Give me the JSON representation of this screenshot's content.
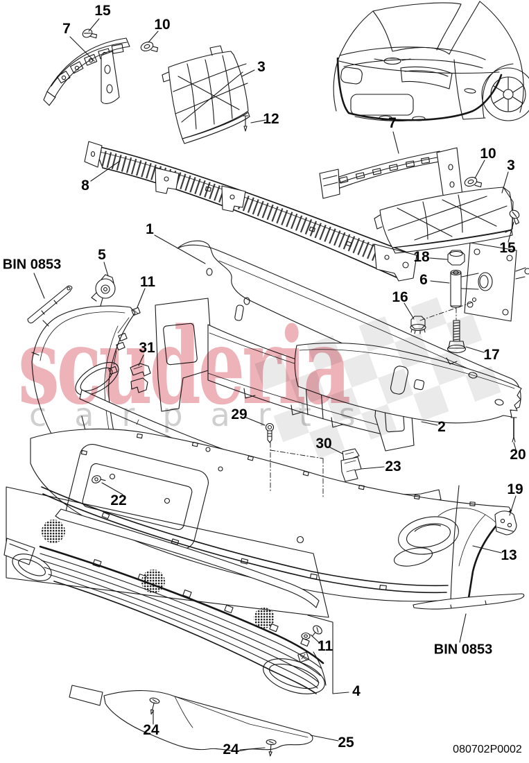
{
  "document": {
    "code": "080702P0002"
  },
  "watermark": {
    "brand": "scuderia",
    "sub": "carparts"
  },
  "bins": {
    "left": "BIN 0853",
    "right": "BIN 0853"
  },
  "callouts": [
    {
      "label": "15"
    },
    {
      "label": "7"
    },
    {
      "label": "10"
    },
    {
      "label": "3"
    },
    {
      "label": "12"
    },
    {
      "label": "7"
    },
    {
      "label": "10"
    },
    {
      "label": "3"
    },
    {
      "label": "15"
    },
    {
      "label": "18"
    },
    {
      "label": "6"
    },
    {
      "label": "16"
    },
    {
      "label": "17"
    },
    {
      "label": "8"
    },
    {
      "label": "1"
    },
    {
      "label": "5"
    },
    {
      "label": "11"
    },
    {
      "label": "31"
    },
    {
      "label": "29"
    },
    {
      "label": "30"
    },
    {
      "label": "2"
    },
    {
      "label": "20"
    },
    {
      "label": "23"
    },
    {
      "label": "19"
    },
    {
      "label": "13"
    },
    {
      "label": "22"
    },
    {
      "label": "11"
    },
    {
      "label": "4"
    },
    {
      "label": "24"
    },
    {
      "label": "25"
    },
    {
      "label": "24"
    }
  ]
}
